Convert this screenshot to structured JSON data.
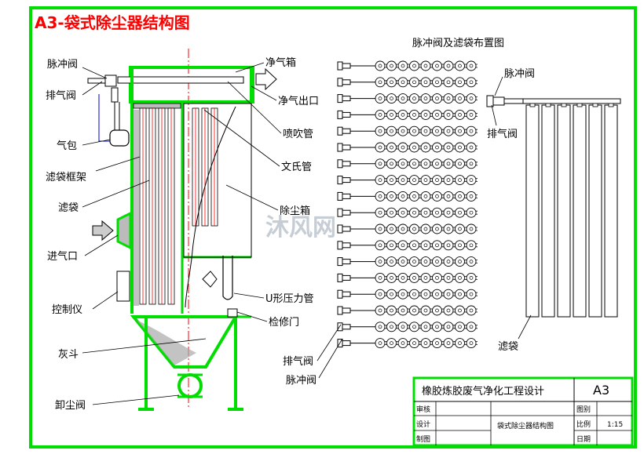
{
  "title": "A3-袋式除尘器结构图",
  "right_title": "脉冲阀及滤袋布置图",
  "watermark": "沐风网",
  "colors": {
    "frame": "#00dd00",
    "title": "#ff0000",
    "line": "#000000",
    "blue": "#0000cc",
    "red": "#ff0000",
    "dust": "#777777"
  },
  "left_labels": {
    "pulse_valve": "脉冲阀",
    "exhaust_valve": "排气阀",
    "air_bag": "气包",
    "bag_frame": "滤袋框架",
    "filter_bag": "滤袋",
    "inlet": "进气口",
    "controller": "控制仪",
    "ash_hopper": "灰斗",
    "discharge_valve": "卸尘阀"
  },
  "mid_labels": {
    "clean_box": "净气箱",
    "clean_outlet": "净气出口",
    "blow_pipe": "喷吹管",
    "venturi": "文氏管",
    "dust_box": "除尘箱",
    "u_gauge": "U形压力管",
    "access_door": "检修门"
  },
  "right_labels": {
    "pulse_valve": "脉冲阀",
    "exhaust_valve": "排气阀",
    "filter_bag": "滤袋",
    "exhaust_valve_bottom": "排气阀",
    "pulse_valve_bottom": "脉冲阀"
  },
  "title_block": {
    "project": "橡胶炼胶废气净化工程设计",
    "size": "A3",
    "review": "审核",
    "design": "设计",
    "draw": "制图",
    "drawing_name": "袋式除尘器结构图",
    "drawing_no": "图别",
    "scale_label": "比例",
    "scale": "1:15",
    "date": "日期"
  },
  "layout_counts": {
    "blow_pipe_rows": 18,
    "nozzles_per_row": 9,
    "side_bags": 6
  }
}
